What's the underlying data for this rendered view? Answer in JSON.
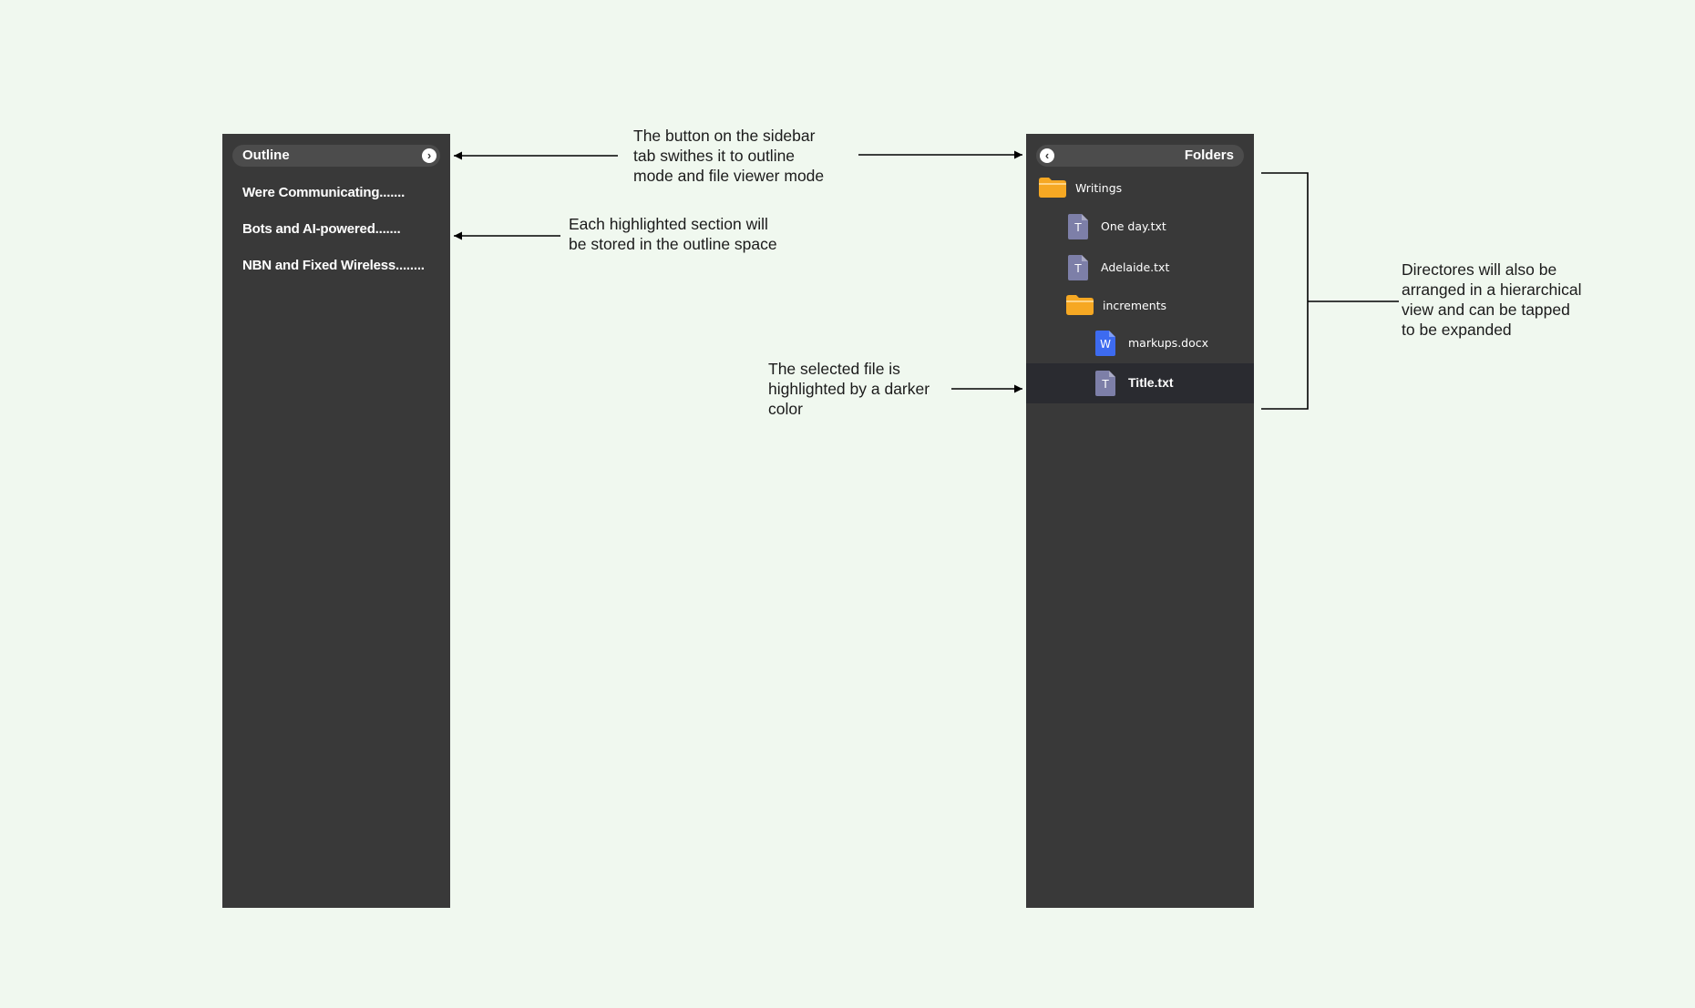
{
  "outline_panel": {
    "title": "Outline",
    "toggle_glyph": "›",
    "items": [
      {
        "label": "Were Communicating......."
      },
      {
        "label": "Bots and AI-powered......."
      },
      {
        "label": "NBN and Fixed Wireless........"
      }
    ]
  },
  "folders_panel": {
    "title": "Folders",
    "toggle_glyph": "‹",
    "tree": [
      {
        "label": "Writings",
        "kind": "folder",
        "depth": 0,
        "selected": false,
        "icon": "folder-icon",
        "icon_letter": ""
      },
      {
        "label": "One day.txt",
        "kind": "txt",
        "depth": 1,
        "selected": false,
        "icon": "text-file-icon",
        "icon_letter": "T"
      },
      {
        "label": "Adelaide.txt",
        "kind": "txt",
        "depth": 1,
        "selected": false,
        "icon": "text-file-icon",
        "icon_letter": "T"
      },
      {
        "label": "increments",
        "kind": "folder",
        "depth": 1,
        "selected": false,
        "icon": "folder-icon",
        "icon_letter": ""
      },
      {
        "label": "markups.docx",
        "kind": "docx",
        "depth": 2,
        "selected": false,
        "icon": "word-file-icon",
        "icon_letter": "W"
      },
      {
        "label": "Title.txt",
        "kind": "txt",
        "depth": 2,
        "selected": true,
        "icon": "text-file-icon",
        "icon_letter": "T"
      }
    ]
  },
  "annotations": {
    "sidebar_toggle": [
      "The button on the sidebar",
      "tab swithes it to outline",
      "mode and file viewer mode"
    ],
    "highlighted_sections": [
      "Each highlighted section will",
      "be stored in the outline space"
    ],
    "selected_file": [
      "The selected file is",
      "highlighted by a darker",
      "color"
    ],
    "directories": [
      "Directores will also be",
      "arranged in a hierarchical",
      "view and can be tapped",
      "to be expanded"
    ]
  },
  "colors": {
    "background": "#f0f8ef",
    "panel": "#393939",
    "pill": "#4c4c4c",
    "selected_row": "#2a2b30",
    "folder": "#f6a823",
    "text_file": "#7d7fa8",
    "word_file": "#3d6bf0"
  }
}
